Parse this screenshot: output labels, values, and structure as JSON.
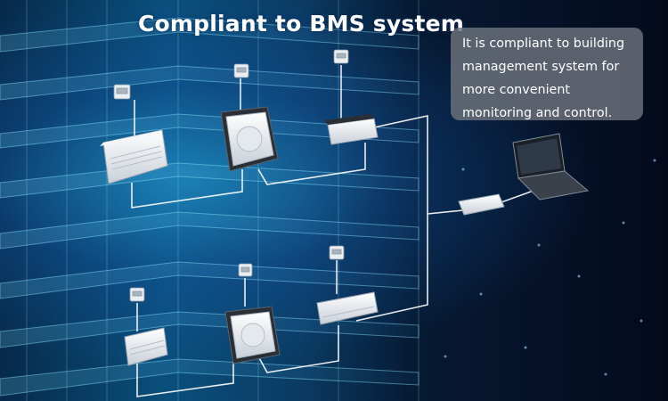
{
  "title": "Compliant to BMS system",
  "info_box": {
    "lines": [
      "It is compliant to building",
      "management system for",
      "more convenient",
      "monitoring and control."
    ]
  },
  "colors": {
    "background": "#050b1c",
    "building_glow": "#2aa8e0",
    "info_box": "#6e737d",
    "wire": "#ffffff",
    "text": "#ffffff"
  },
  "icons": {
    "controllers": "wall-controller-icon",
    "floor_ceiling_units": "floor-ceiling-unit-icon",
    "cassettes": "cassette-unit-icon",
    "gateway": "bms-gateway-icon",
    "wall_unit": "wall-mounted-unit-icon",
    "router": "router-icon",
    "laptop": "laptop-icon"
  }
}
